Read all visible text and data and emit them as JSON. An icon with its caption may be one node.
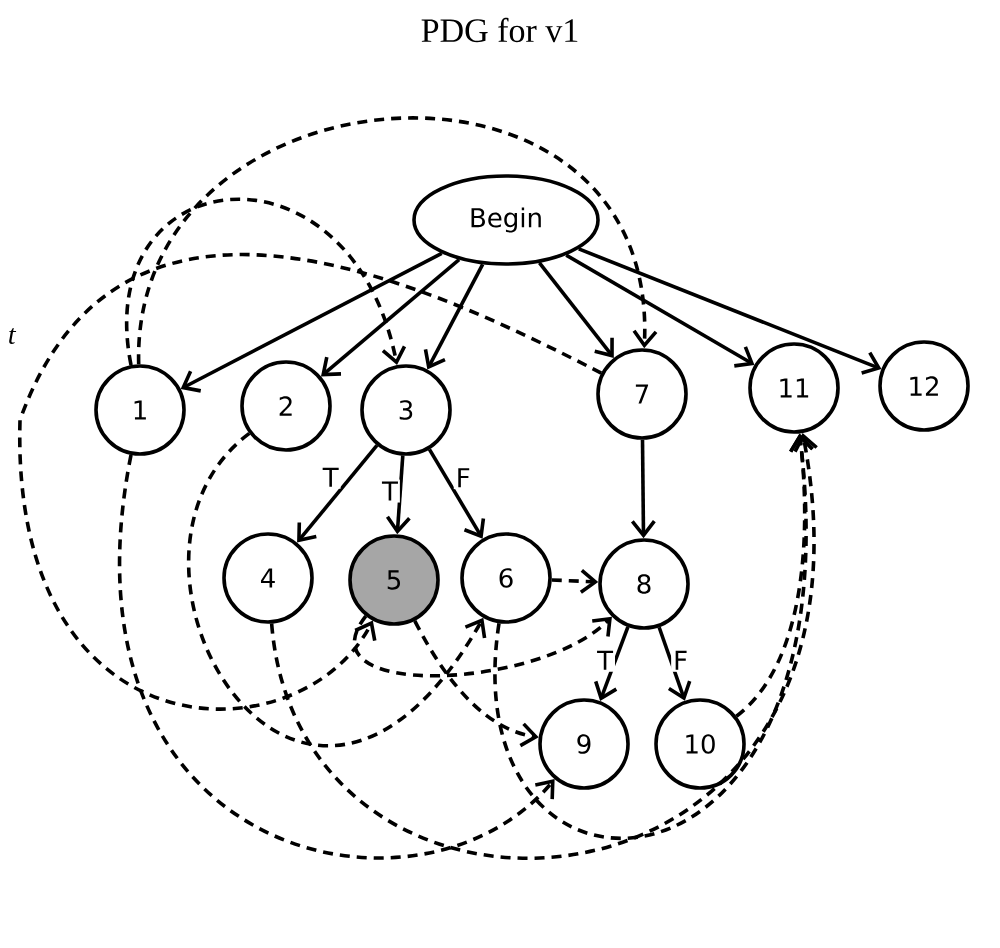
{
  "diagram": {
    "title": "PDG for v1",
    "nodes": [
      {
        "text": [
          "Begin"
        ]
      },
      {
        "text": [
          "1"
        ]
      },
      {
        "text": [
          "2"
        ]
      },
      {
        "text": [
          "3"
        ]
      },
      {
        "text": [
          "7"
        ]
      },
      {
        "text": [
          "11"
        ]
      },
      {
        "text": [
          "12"
        ]
      },
      {
        "text": [
          "4"
        ]
      },
      {
        "text": [
          "5"
        ]
      },
      {
        "text": [
          "6"
        ]
      },
      {
        "text": [
          "8"
        ]
      },
      {
        "text": [
          "9"
        ]
      },
      {
        "text": [
          "10"
        ]
      }
    ],
    "edges": [
      {
        "from": 0,
        "to": 1,
        "arrow": "to"
      },
      {
        "from": 0,
        "to": 2,
        "arrow": "to"
      },
      {
        "from": 0,
        "to": 3,
        "arrow": "to"
      },
      {
        "from": 0,
        "to": 4,
        "arrow": "to"
      },
      {
        "from": 0,
        "to": 5,
        "arrow": "to"
      },
      {
        "from": 0,
        "to": 6,
        "arrow": "to"
      },
      {
        "from": 3,
        "to": 7,
        "arrow": "to",
        "label": "T"
      },
      {
        "from": 3,
        "to": 8,
        "arrow": "to",
        "label": "T"
      },
      {
        "from": 3,
        "to": 9,
        "arrow": "to",
        "label": "F"
      },
      {
        "from": 4,
        "to": 10,
        "arrow": "to"
      },
      {
        "from": 10,
        "to": 11,
        "arrow": "to",
        "label": "T"
      },
      {
        "from": 10,
        "to": 12,
        "arrow": "to",
        "label": "F"
      },
      {
        "from": 1,
        "to": 4,
        "arrow": "to",
        "style": "dashed"
      },
      {
        "from": 1,
        "to": 3,
        "arrow": "to",
        "style": "dashed"
      },
      {
        "from": 1,
        "to": 11,
        "arrow": "to",
        "style": "dashed"
      },
      {
        "from": 2,
        "to": 9,
        "arrow": "to",
        "style": "dashed"
      },
      {
        "from": 7,
        "to": 5,
        "arrow": "to",
        "style": "dashed"
      },
      {
        "from": 8,
        "to": 11,
        "arrow": "to",
        "style": "dashed"
      },
      {
        "from": 8,
        "to": 10,
        "arrow": "to",
        "style": "dashed"
      },
      {
        "from": 9,
        "to": 10,
        "arrow": "to",
        "style": "dashed"
      },
      {
        "from": 9,
        "to": 5,
        "arrow": "to",
        "style": "dashed"
      },
      {
        "from": 12,
        "to": 5,
        "arrow": "to",
        "style": "dashed"
      },
      {
        "from": 4,
        "to": 8,
        "arrow": "to",
        "style": "dashed"
      }
    ],
    "labels": [
      "*t*"
    ]
  }
}
